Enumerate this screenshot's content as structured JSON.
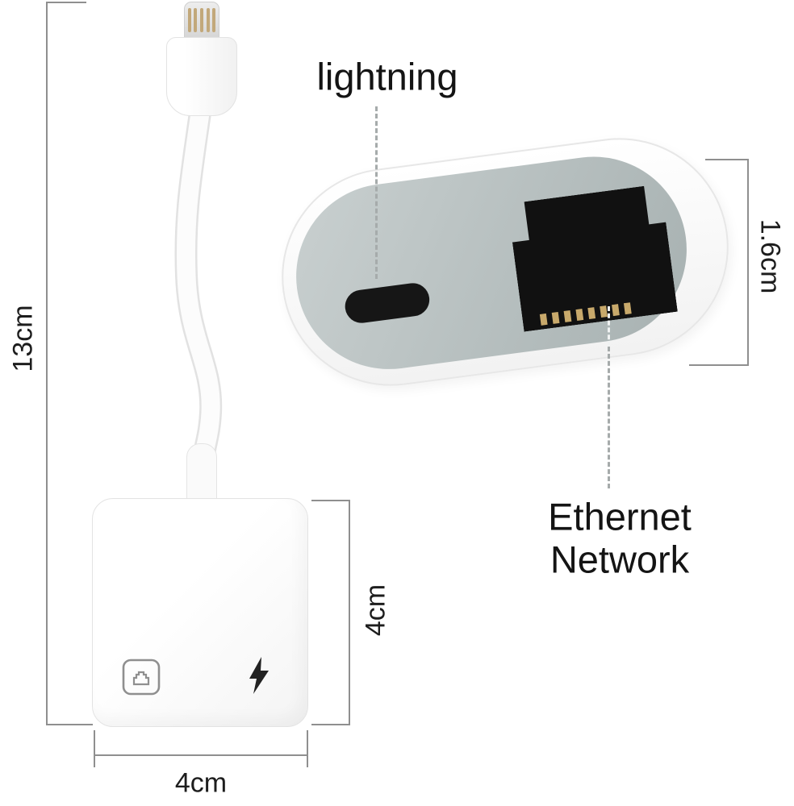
{
  "callouts": {
    "lightning_label": "lightning",
    "ethernet_label_line1": "Ethernet",
    "ethernet_label_line2": "Network"
  },
  "dimensions": {
    "cable_length": "13cm",
    "adapter_height": "4cm",
    "adapter_width": "4cm",
    "end_thickness": "1.6cm"
  },
  "icons": {
    "adapter_ethernet_icon": "ethernet-port-icon",
    "adapter_bolt_icon": "lightning-bolt-icon"
  },
  "colors": {
    "background": "#ffffff",
    "adapter_white": "#fafafa",
    "face_gray": "#b0baba",
    "port_black": "#141414",
    "pin_gold": "#c8a96b",
    "dimension_line": "#8f8f8f",
    "text": "#1a1a1a"
  }
}
